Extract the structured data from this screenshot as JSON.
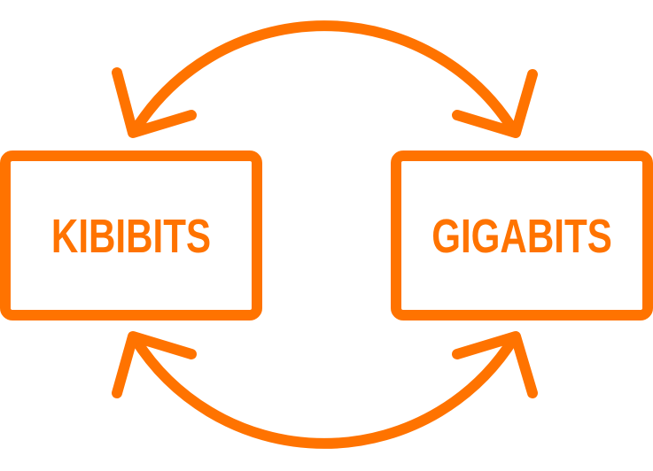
{
  "colors": {
    "accent": "#FF7300",
    "background": "#FFFFFF"
  },
  "left_box": {
    "label": "KIBIBITS"
  },
  "right_box": {
    "label": "GIGABITS"
  },
  "arrows": {
    "top": "bidirectional-arc",
    "bottom": "bidirectional-arc"
  }
}
